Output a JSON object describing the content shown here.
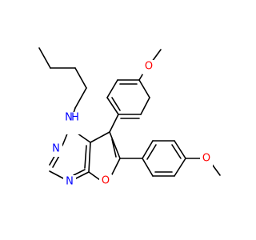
{
  "atoms": {
    "amine_n": {
      "label": "N",
      "sub": "H",
      "color": "#0000ff"
    },
    "ring_n3": {
      "label": "N",
      "color": "#0000ff"
    },
    "ring_n1": {
      "label": "N",
      "color": "#0000ff"
    },
    "furan_o": {
      "label": "O",
      "color": "#ff0000"
    },
    "ome_top": {
      "label": "O",
      "color": "#ff0000"
    },
    "ome_right": {
      "label": "O",
      "color": "#ff0000"
    }
  },
  "colors": {
    "bond": "#000000",
    "nitrogen": "#0000ff",
    "oxygen": "#ff0000"
  }
}
